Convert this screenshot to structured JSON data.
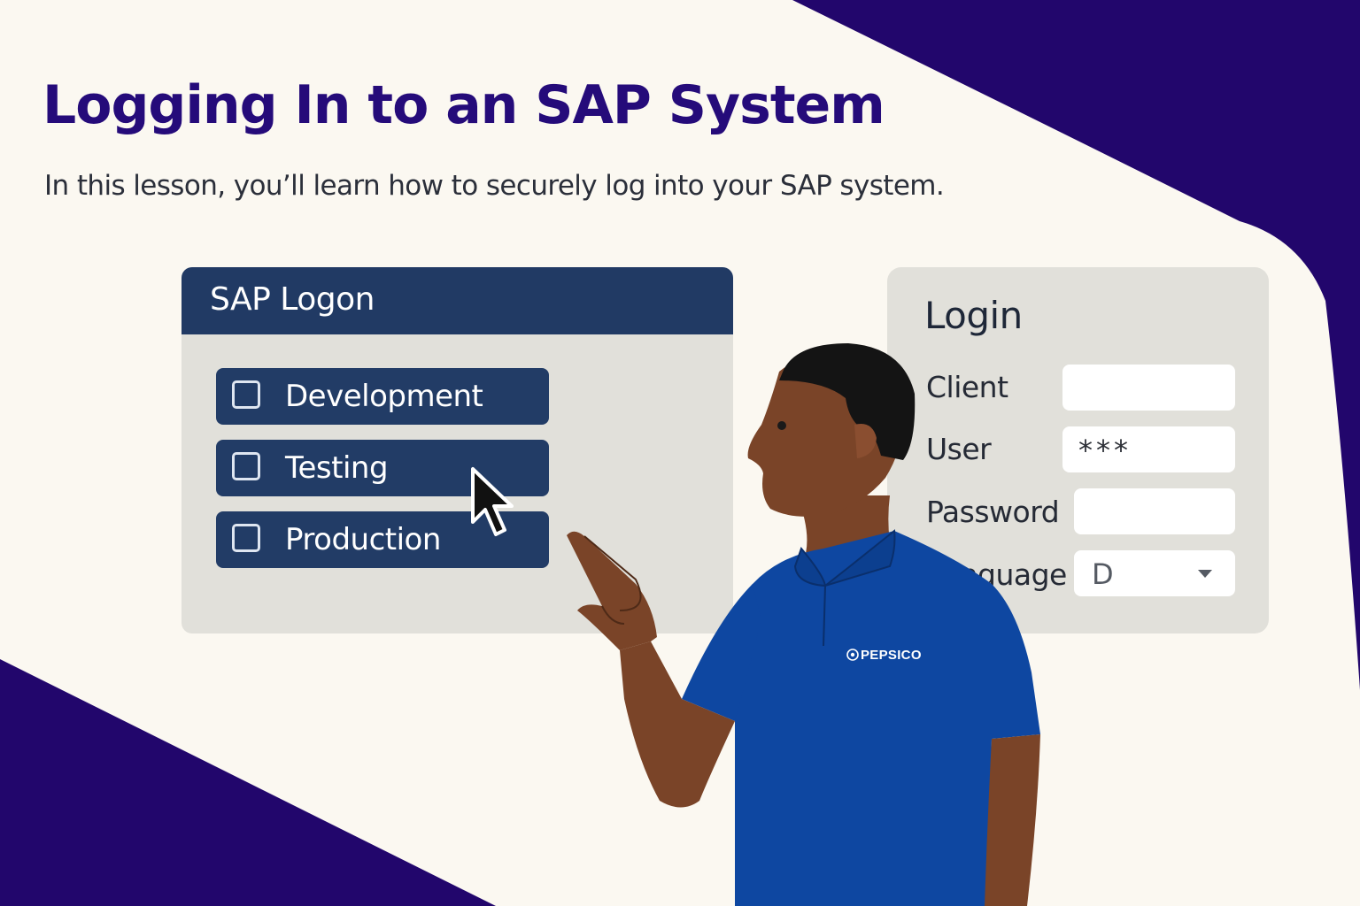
{
  "header": {
    "title": "Logging In to an SAP System",
    "subtitle": "In this lesson, you’ll learn how to securely log into your SAP system."
  },
  "sap_logon": {
    "title": "SAP Logon",
    "systems": [
      {
        "label": "Development",
        "checked": false
      },
      {
        "label": "Testing",
        "checked": false
      },
      {
        "label": "Production",
        "checked": false
      }
    ]
  },
  "login": {
    "title": "Login",
    "client_label": "Client",
    "client_value": "",
    "user_label": "User",
    "user_value": "***",
    "password_label": "Password",
    "password_value": "",
    "language_label": "Language",
    "language_value": "D"
  },
  "person": {
    "shirt_logo": "PEPSICO"
  },
  "colors": {
    "background": "#fbf8f1",
    "accent_purple": "#250b7a",
    "sap_navy": "#213a64",
    "shirt_blue": "#0e47a1"
  },
  "icons": {
    "cursor": "mouse-pointer-icon",
    "checkbox": "checkbox-icon",
    "dropdown": "chevron-down-icon"
  }
}
